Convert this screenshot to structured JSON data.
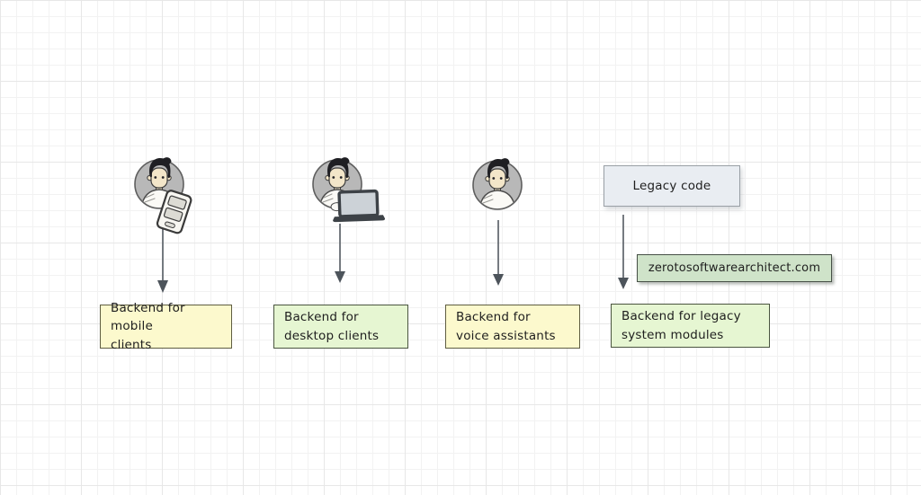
{
  "diagram": {
    "background_color": "#ffffff",
    "grid_color": "#ededed",
    "arrow_color": "#4d545b",
    "avatar_circle_color": "#b8b8b8"
  },
  "legacy_box": {
    "label": "Legacy code",
    "fill": "#e9edf2",
    "border": "#9aa0a6"
  },
  "watermark": {
    "label": "zerotosoftwarearchitect.com",
    "fill": "#cfe3c9",
    "border": "#465046"
  },
  "actors": [
    {
      "icon": "user-with-phone-icon",
      "target": "Backend for mobile clients"
    },
    {
      "icon": "user-with-laptop-icon",
      "target": "Backend for desktop clients"
    },
    {
      "icon": "user-icon",
      "target": "Backend for voice assistants"
    },
    {
      "icon": "legacy-code-box",
      "target": "Backend for legacy system modules"
    }
  ],
  "backends": [
    {
      "label": "Backend for mobile\nclients",
      "fill": "#fcf9cd",
      "border": "#5f5d41"
    },
    {
      "label": "Backend for\ndesktop clients",
      "fill": "#e6f6d2",
      "border": "#4a5540"
    },
    {
      "label": "Backend for\nvoice assistants",
      "fill": "#fcf9cd",
      "border": "#5f5d41"
    },
    {
      "label": "Backend for legacy\nsystem modules",
      "fill": "#e6f6d2",
      "border": "#4a5540"
    }
  ]
}
